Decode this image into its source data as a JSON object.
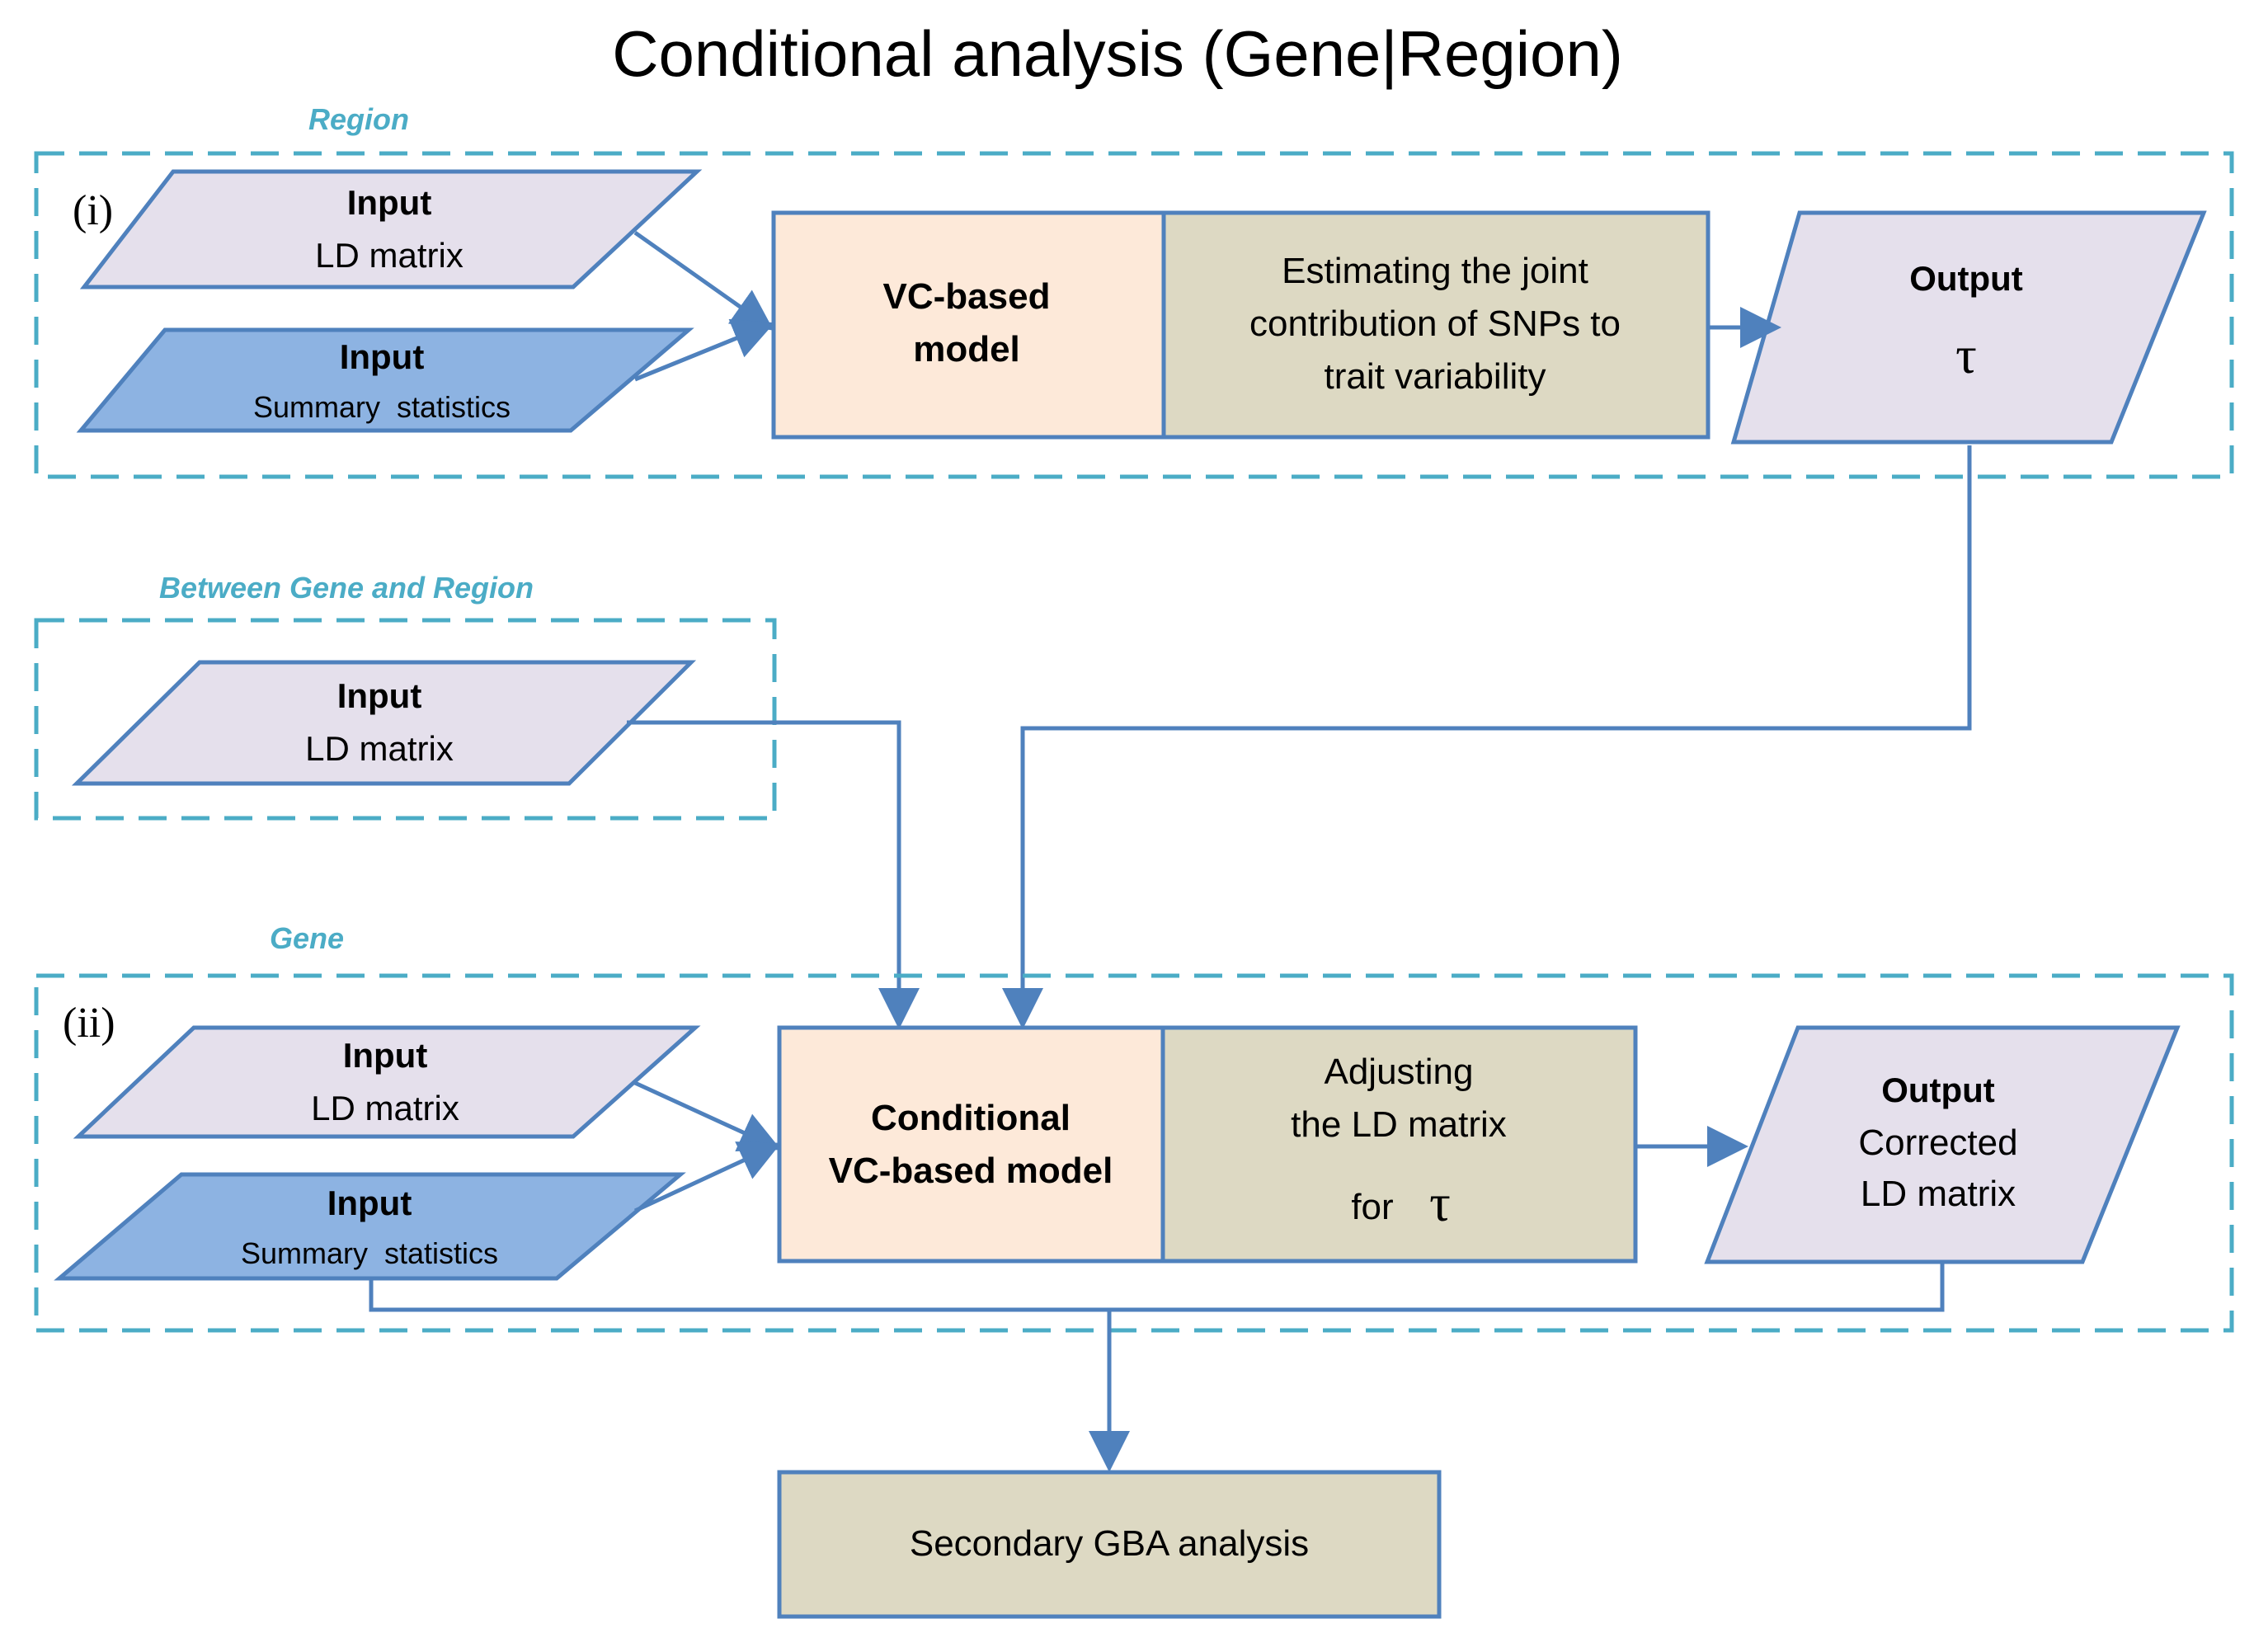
{
  "title": "Conditional analysis (Gene|Region)",
  "colors": {
    "dash_border": "#4bacc6",
    "label_text": "#4bacc6",
    "stroke": "#4f81bd",
    "input_light": "#e5e0ec",
    "input_blue": "#8db3e2",
    "model_fill": "#fde9d9",
    "process_fill": "#ddd9c3",
    "output_fill": "#e5e0ec"
  },
  "region": {
    "label": "Region",
    "step": "(i)",
    "input_ld": {
      "heading": "Input",
      "text": "LD matrix"
    },
    "input_summary": {
      "heading": "Input",
      "text": "Summary  statistics"
    },
    "model": {
      "line1": "VC-based",
      "line2": "model"
    },
    "process": {
      "line1": "Estimating the joint",
      "line2": "contribution of SNPs to",
      "line3": "trait variability"
    },
    "output": {
      "heading": "Output",
      "symbol": "τ"
    }
  },
  "between": {
    "label": "Between Gene and Region",
    "input_ld": {
      "heading": "Input",
      "text": "LD matrix"
    }
  },
  "gene": {
    "label": "Gene",
    "step": "(ii)",
    "input_ld": {
      "heading": "Input",
      "text": "LD matrix"
    },
    "input_summary": {
      "heading": "Input",
      "text": "Summary  statistics"
    },
    "model": {
      "line1": "Conditional",
      "line2": "VC-based model"
    },
    "process": {
      "line1": "Adjusting",
      "line2": "the LD matrix",
      "for_word": "for",
      "symbol": "τ"
    },
    "output": {
      "heading": "Output",
      "line1": "Corrected",
      "line2": "LD matrix"
    }
  },
  "final": {
    "text": "Secondary GBA analysis"
  }
}
